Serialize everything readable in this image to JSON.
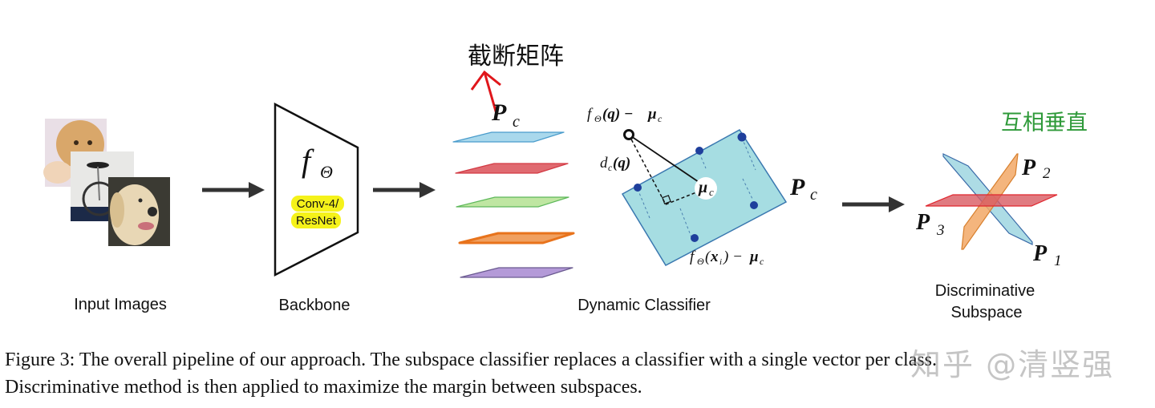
{
  "figure": {
    "stages": [
      {
        "label": "Input Images"
      },
      {
        "label": "Backbone"
      },
      {
        "label": "Dynamic Classifier"
      },
      {
        "label": "Discriminative",
        "label_line2": "Subspace"
      }
    ],
    "backbone": {
      "symbol": "f",
      "subscript": "Θ",
      "tag_line1": "Conv-4/",
      "tag_line2": "ResNet",
      "tag_color": "#f5f21a"
    },
    "annotations": {
      "truncated_matrix": "截断矩阵",
      "truncated_matrix_arrow_color": "#e0161b",
      "mutually_perpendicular": "互相垂直",
      "mutually_perpendicular_color": "#2f9a3a"
    },
    "subspace_stack": {
      "label": "P",
      "label_sub": "c",
      "planes": [
        {
          "name": "blue",
          "fill": "#a9d8ec",
          "stroke": "#4a9ccc"
        },
        {
          "name": "red",
          "fill": "#e06a70",
          "stroke": "#d33a44"
        },
        {
          "name": "green",
          "fill": "#bfe6a2",
          "stroke": "#5db85a"
        },
        {
          "name": "orange",
          "fill": "#f0a060",
          "stroke": "#e8731c"
        },
        {
          "name": "purple",
          "fill": "#b49ad8",
          "stroke": "#6a5a90"
        }
      ]
    },
    "dynamic_classifier": {
      "query_label": "fΘ(q) − μc",
      "query_label_parts": {
        "f": "f",
        "theta": "Θ",
        "arg": "(q) − ",
        "mu": "μ",
        "mu_sub": "c"
      },
      "distance_label": {
        "d": "d",
        "sub": "c",
        "arg": "(q)"
      },
      "mean_label": {
        "mu": "μ",
        "sub": "c"
      },
      "plane_label": {
        "P": "P",
        "sub": "c"
      },
      "support_label": {
        "f": "f",
        "theta": "Θ",
        "arg_open": "(",
        "x": "x",
        "x_sub": "i",
        "arg_close": ") − ",
        "mu": "μ",
        "mu_sub": "c"
      },
      "plane_fill": "#a6dde2",
      "plane_stroke": "#3a78b0",
      "point_color": "#1f3f9c"
    },
    "discriminative": {
      "planes": [
        {
          "label": "P",
          "sub": "1",
          "fill": "#9fd6e0",
          "stroke": "#3a6aa8"
        },
        {
          "label": "P",
          "sub": "2",
          "fill": "#f2a866",
          "stroke": "#d8802e"
        },
        {
          "label": "P",
          "sub": "3",
          "fill": "#d85a62",
          "stroke": "#e0262e"
        }
      ]
    },
    "arrow_color": "#333333"
  },
  "caption": {
    "line1": "Figure 3: The overall pipeline of our approach. The subspace classifier replaces a classifier with a single vector per class.",
    "line2": "Discriminative method is then applied to maximize the margin between subspaces."
  },
  "watermark": "知乎 @清竖强"
}
